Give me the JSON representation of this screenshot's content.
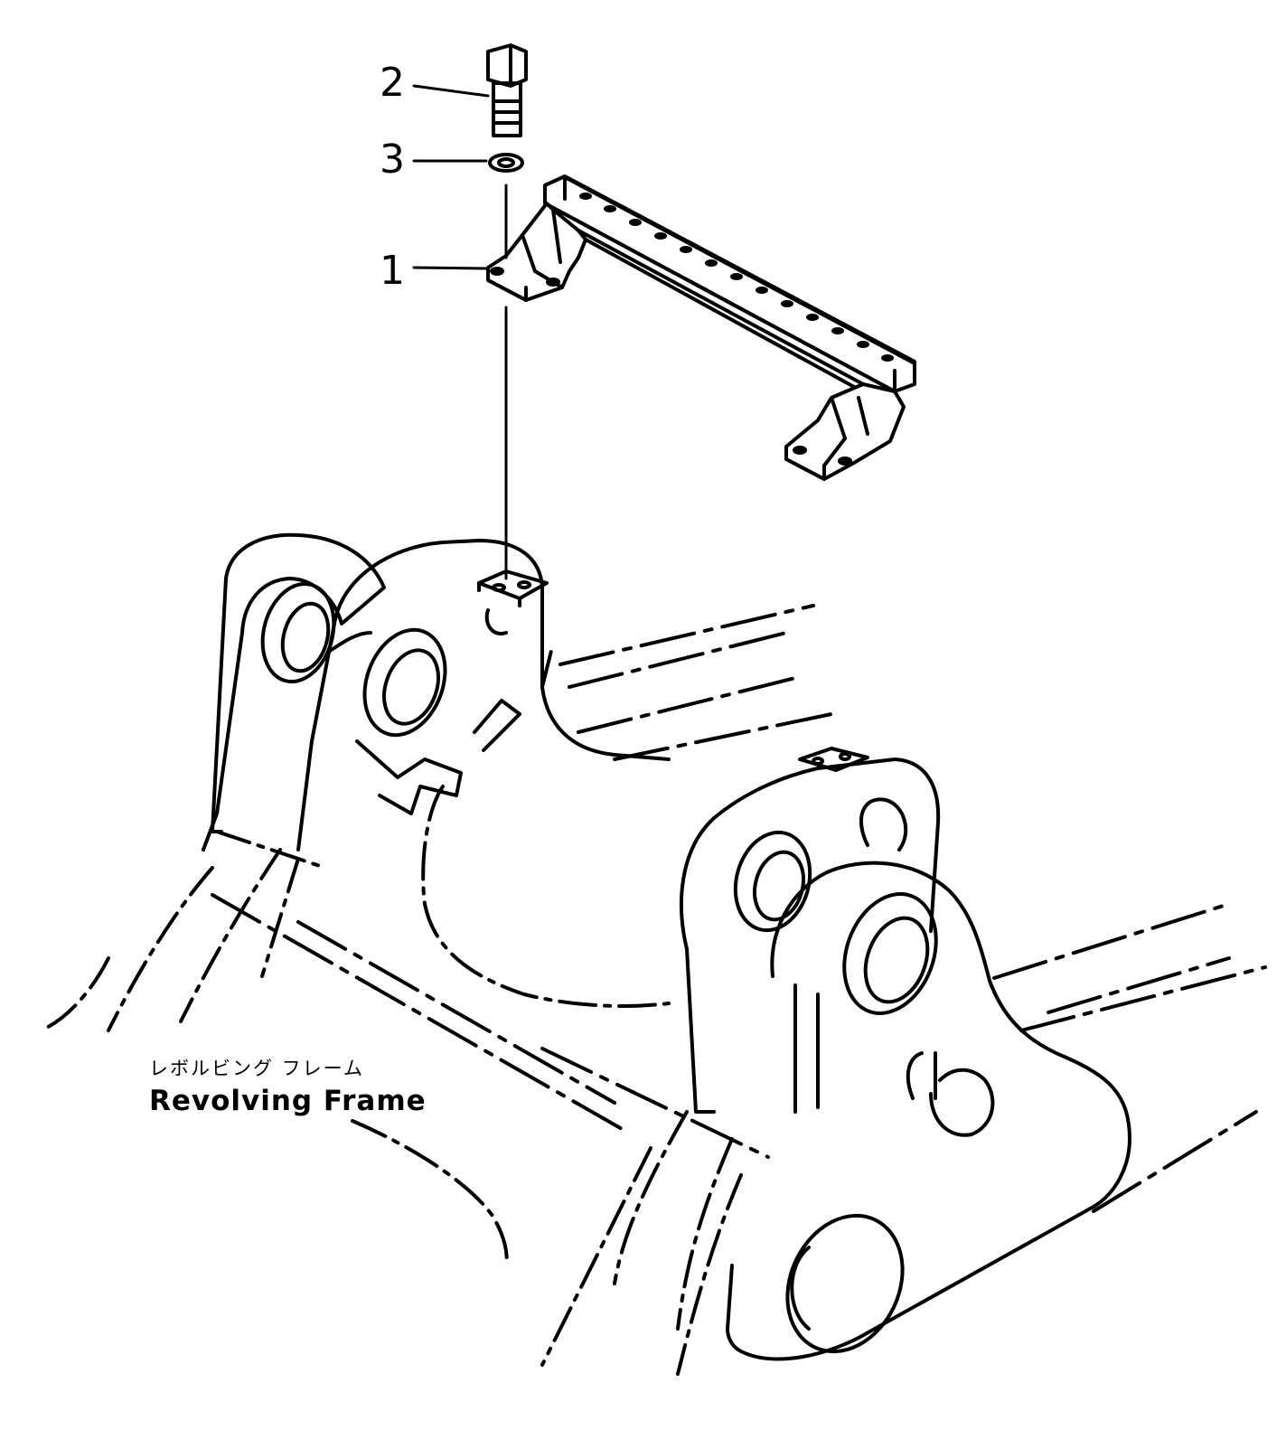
{
  "diagram": {
    "line_color": "#000000",
    "background_color": "#ffffff",
    "callouts": [
      {
        "number": "1",
        "part": "bracket"
      },
      {
        "number": "2",
        "part": "bolt"
      },
      {
        "number": "3",
        "part": "washer"
      }
    ],
    "frame_label": {
      "japanese": "レボルビング フレーム",
      "english": "Revolving Frame"
    }
  }
}
